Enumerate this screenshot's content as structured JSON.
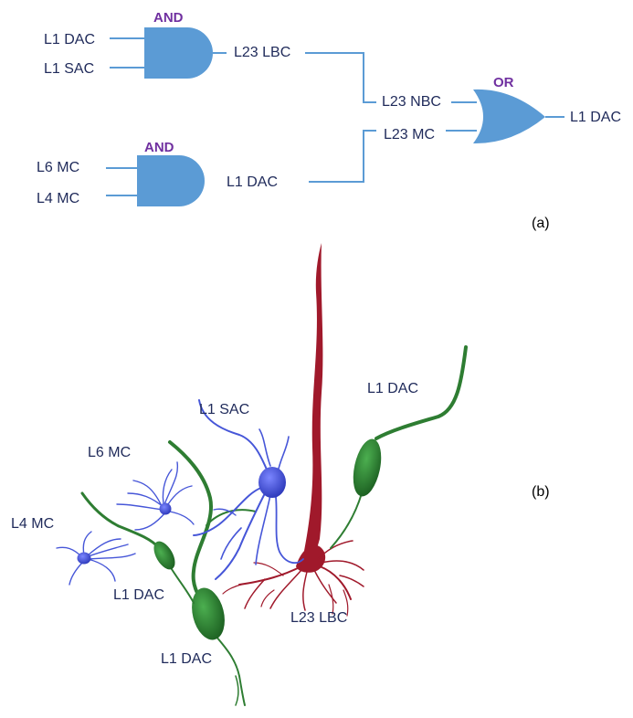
{
  "panel_a": {
    "gates": {
      "and_top": "AND",
      "and_bottom": "AND",
      "or_gate": "OR"
    },
    "inputs": {
      "l1_dac": "L1 DAC",
      "l1_sac": "L1 SAC",
      "l6_mc": "L6 MC",
      "l4_mc": "L4 MC"
    },
    "intermediates": {
      "l23_lbc": "L23 LBC",
      "l1_dac_out": "L1 DAC",
      "l23_nbc": "L23 NBC",
      "l23_mc": "L23 MC"
    },
    "output": "L1 DAC",
    "caption": "(a)",
    "colors": {
      "gate": "#5b9bd5",
      "gate_label": "#7030a0",
      "text": "#1f2a5a"
    }
  },
  "panel_b": {
    "labels": {
      "l1_sac": "L1 SAC",
      "l6_mc": "L6 MC",
      "l4_mc": "L4 MC",
      "l1_dac_top": "L1 DAC",
      "l1_dac_mid": "L1 DAC",
      "l1_dac_bottom": "L1 DAC",
      "l23_lbc": "L23 LBC"
    },
    "caption": "(b)",
    "colors": {
      "pyramidal": "#a0192b",
      "dac": "#2e7d32",
      "interneuron": "#4656d8"
    }
  }
}
